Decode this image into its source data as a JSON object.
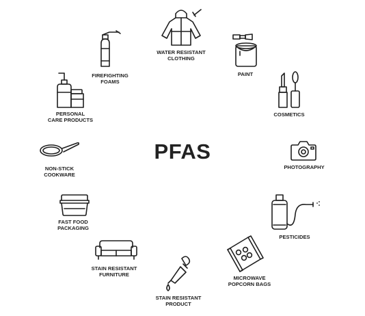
{
  "title": "PFAS",
  "items": [
    {
      "label": "WATER RESISTANT\nCLOTHING",
      "icon": "jacket-icon"
    },
    {
      "label": "PAINT",
      "icon": "paint-can-icon"
    },
    {
      "label": "COSMETICS",
      "icon": "cosmetics-icon"
    },
    {
      "label": "PHOTOGRAPHY",
      "icon": "camera-icon"
    },
    {
      "label": "PESTICIDES",
      "icon": "sprayer-icon"
    },
    {
      "label": "MICROWAVE\nPOPCORN BAGS",
      "icon": "popcorn-bag-icon"
    },
    {
      "label": "STAIN RESISTANT\nPRODUCT",
      "icon": "dropper-icon"
    },
    {
      "label": "STAIN RESISTANT\nFURNITURE",
      "icon": "sofa-icon"
    },
    {
      "label": "FAST FOOD\nPACKAGING",
      "icon": "food-container-icon"
    },
    {
      "label": "NON-STICK\nCOOKWARE",
      "icon": "frying-pan-icon"
    },
    {
      "label": "PERSONAL\nCARE PRODUCTS",
      "icon": "personal-care-icon"
    },
    {
      "label": "FIREFIGHTING\nFOAMS",
      "icon": "fire-extinguisher-icon"
    }
  ],
  "colors": {
    "ink": "#1e1e1e",
    "background": "#ffffff"
  }
}
